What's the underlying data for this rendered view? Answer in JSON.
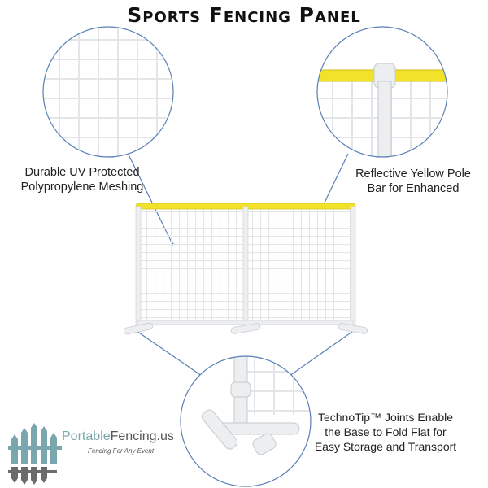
{
  "title": "Sports Fencing Panel",
  "callouts": {
    "mesh": [
      "Durable UV Protected",
      "Polypropylene Meshing"
    ],
    "pole": [
      "Reflective Yellow Pole",
      "Bar for Enhanced"
    ],
    "joint": [
      "TechnoTip™ Joints Enable",
      "the Base to Fold Flat for",
      "Easy Storage and Transport"
    ]
  },
  "logo": {
    "name_part1": "Portable",
    "name_part2": "Fencing.us",
    "tagline": "Fencing For Any Event"
  },
  "colors": {
    "frame": "#e8eaec",
    "yellow_bar": "#f2e22a",
    "callout_line": "#5a7fb6",
    "logo_teal": "#7aa7ad",
    "logo_gray": "#6b6b6b"
  }
}
